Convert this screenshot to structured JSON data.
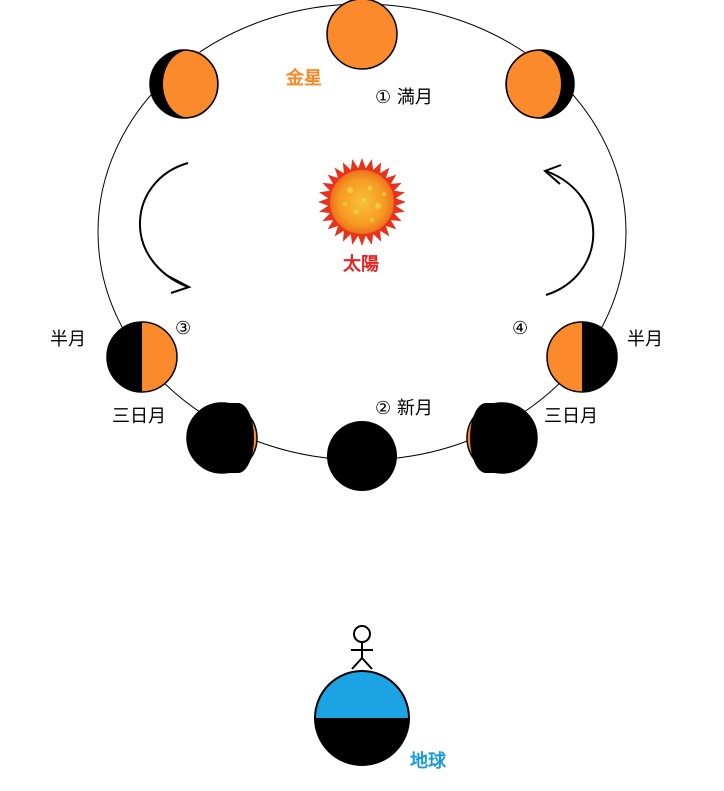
{
  "labels": {
    "venus": "金星",
    "sun": "太陽",
    "earth": "地球",
    "full": "① 満月",
    "new": "② 新月",
    "circled_3": "③",
    "circled_4": "④",
    "half_left": "半月",
    "half_right": "半月",
    "crescent_left": "三日月",
    "crescent_right": "三日月"
  },
  "colors": {
    "venus_lit": "#fb8a2c",
    "shadow": "#000000",
    "venus_label": "#f68a2a",
    "sun_label": "#e52323",
    "earth_label": "#1c9ad6",
    "earth_ocean": "#1ba3e3",
    "orbit": "#000000",
    "sun_core": "#f6a020",
    "sun_rays": "#e8331c"
  },
  "phases": [
    {
      "id": "full",
      "lit": "full"
    },
    {
      "id": "gibbous-left",
      "lit": "mostly",
      "dark_side": "left"
    },
    {
      "id": "gibbous-right",
      "lit": "mostly",
      "dark_side": "right"
    },
    {
      "id": "half-left",
      "lit": "half",
      "dark_side": "left"
    },
    {
      "id": "half-right",
      "lit": "half",
      "dark_side": "right"
    },
    {
      "id": "crescent-left",
      "lit": "crescent",
      "dark_side": "left"
    },
    {
      "id": "crescent-right",
      "lit": "crescent",
      "dark_side": "right"
    },
    {
      "id": "new",
      "lit": "none"
    }
  ]
}
